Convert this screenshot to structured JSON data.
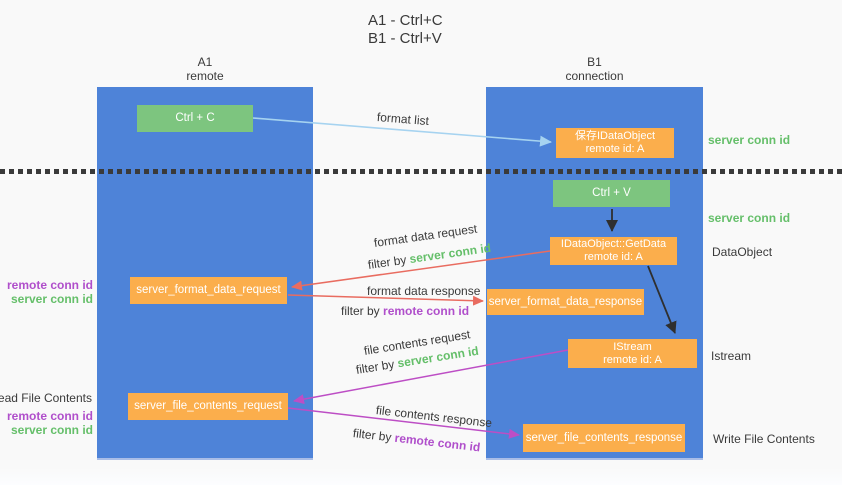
{
  "title": {
    "line1": "A1 - Ctrl+C",
    "line2": "B1 - Ctrl+V"
  },
  "lanes": {
    "a1": {
      "name": "A1",
      "subtitle": "remote"
    },
    "b1": {
      "name": "B1",
      "subtitle": "connection"
    }
  },
  "nodes": {
    "ctrl_c": {
      "label": "Ctrl + C"
    },
    "save_idataobject": {
      "line1": "保存IDataObject",
      "line2": "remote id: A"
    },
    "ctrl_v": {
      "label": "Ctrl + V"
    },
    "idataobject_getdata": {
      "line1": "IDataObject::GetData",
      "line2": "remote id: A"
    },
    "server_format_data_request": {
      "label": "server_format_data_request"
    },
    "server_format_data_response": {
      "label": "server_format_data_response"
    },
    "istream": {
      "line1": "IStream",
      "line2": "remote id: A"
    },
    "server_file_contents_request": {
      "label": "server_file_contents_request"
    },
    "server_file_contents_response": {
      "label": "server_file_contents_response"
    }
  },
  "edge_labels": {
    "format_list": "format list",
    "format_data_request": "format data request",
    "format_data_request_filter_prefix": "filter by",
    "format_data_request_filter_key": "server conn id",
    "format_data_response": "format data response",
    "format_data_response_filter_prefix": "filter by",
    "format_data_response_filter_key": "remote conn id",
    "file_contents_request": "file contents request",
    "file_contents_request_filter_prefix": "filter by",
    "file_contents_request_filter_key": "server conn id",
    "file_contents_response": "file contents response",
    "file_contents_response_filter_prefix": "filter by",
    "file_contents_response_filter_key": "remote conn id"
  },
  "side_labels": {
    "right_top_server_conn_id": "server conn id",
    "right_mid_server_conn_id": "server conn id",
    "dataobject": "DataObject",
    "istream": "Istream",
    "write_file_contents": "Write File Contents",
    "left_format_remote_conn_id": "remote conn id",
    "left_format_server_conn_id": "server conn id",
    "read_file_contents": "Read File Contents",
    "left_file_remote_conn_id": "remote conn id",
    "left_file_server_conn_id": "server conn id"
  },
  "colors": {
    "lane_blue": "#4e83d8",
    "node_green": "#7dc57f",
    "node_orange": "#fbae4c",
    "accent_green_text": "#65bf6a",
    "accent_purple_text": "#b04fcb",
    "arrow_red": "#e96c60",
    "arrow_magenta": "#bd4ec5",
    "arrow_light_blue": "#a6d3f0",
    "arrow_black": "#2f2f2f",
    "text_dark": "#3a3a3a"
  }
}
